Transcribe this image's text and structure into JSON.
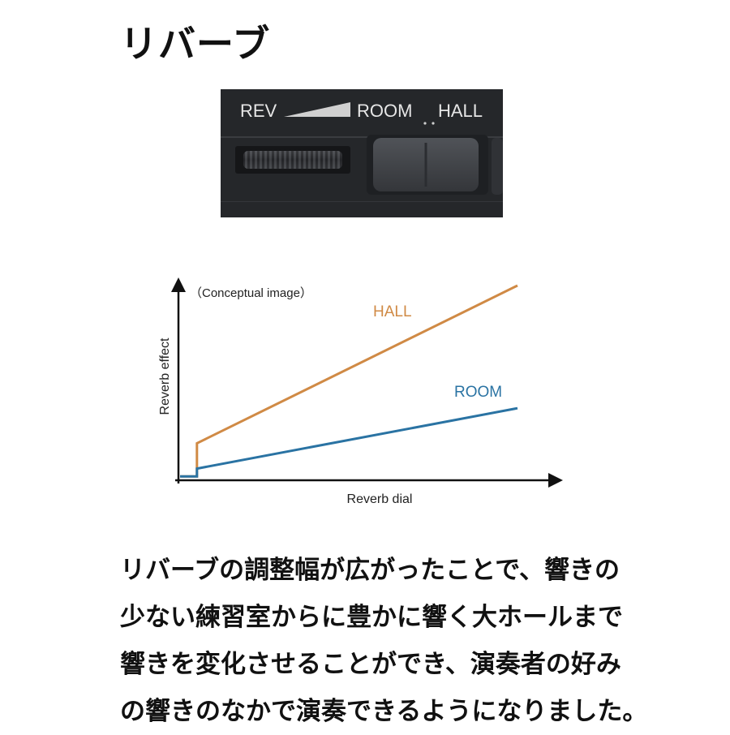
{
  "page": {
    "title": "リバーブ",
    "body_lines": [
      "リバーブの調整幅が広がったことで、響きの",
      "少ない練習室からに豊かに響く大ホールまで",
      "響きを変化させることができ、演奏者の好み",
      "の響きのなかで演奏できるようになりました。"
    ]
  },
  "device_photo": {
    "rev_label": "REV",
    "room_label": "ROOM",
    "hall_label": "HALL"
  },
  "chart_data": {
    "type": "line",
    "annotation": "（Conceptual image）",
    "xlabel": "Reverb dial",
    "ylabel": "Reverb effect",
    "xlim": [
      0,
      100
    ],
    "ylim": [
      0,
      100
    ],
    "ticks": "none",
    "grid": false,
    "series": [
      {
        "name": "HALL",
        "color": "#d08a45",
        "x": [
          0,
          5,
          5,
          100
        ],
        "y": [
          2,
          2,
          19,
          100
        ]
      },
      {
        "name": "ROOM",
        "color": "#2a73a3",
        "x": [
          0,
          5,
          5,
          100
        ],
        "y": [
          2,
          2,
          6,
          37
        ]
      }
    ]
  }
}
